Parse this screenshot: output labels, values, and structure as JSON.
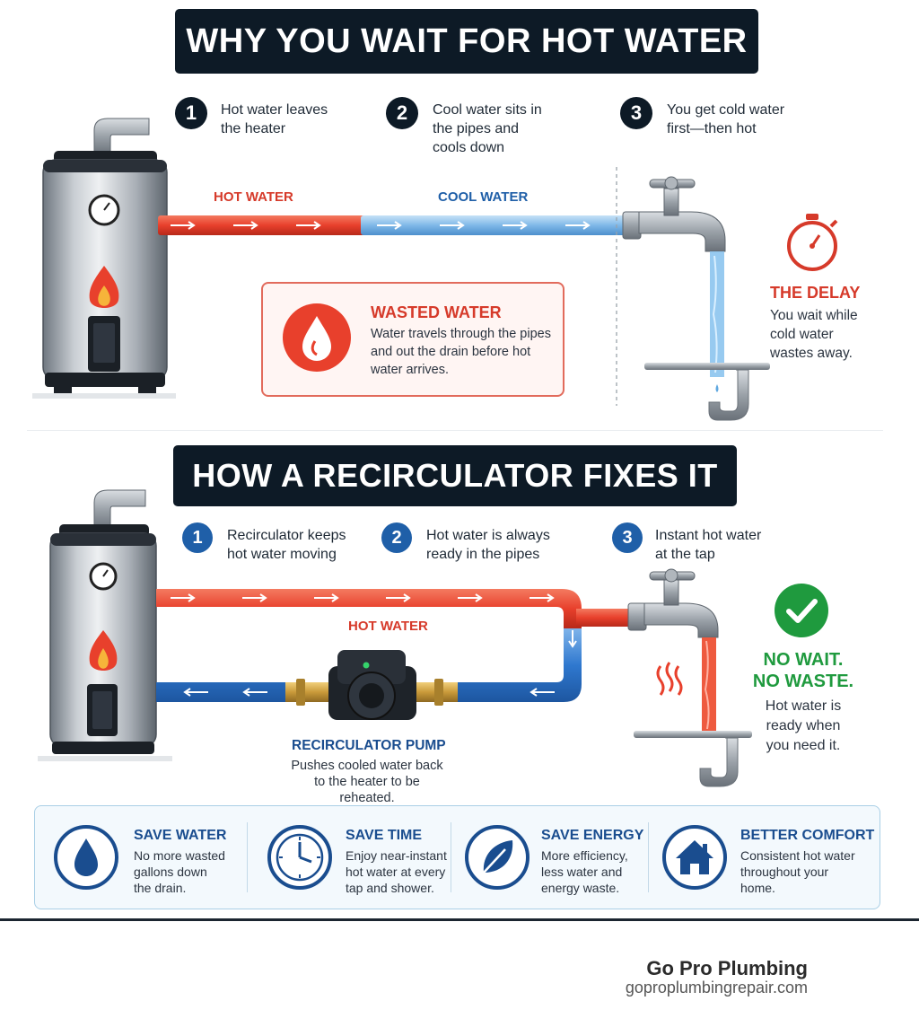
{
  "top_section": {
    "title": "WHY YOU WAIT FOR HOT WATER",
    "steps": [
      {
        "num": "1",
        "line1": "Hot water leaves",
        "line2": "the heater",
        "line3": ""
      },
      {
        "num": "2",
        "line1": "Cool water sits in",
        "line2": "the pipes and",
        "line3": "cools down"
      },
      {
        "num": "3",
        "line1": "You get cold water",
        "line2": "first—then hot",
        "line3": ""
      }
    ],
    "hot_label": "HOT WATER",
    "cool_label": "COOL WATER",
    "wasted": {
      "title": "WASTED WATER",
      "line1": "Water travels through the pipes",
      "line2": "and out the drain before hot",
      "line3": "water arrives."
    },
    "delay": {
      "title": "THE DELAY",
      "line1": "You wait while",
      "line2": "cold water",
      "line3": "wastes away."
    }
  },
  "bottom_section": {
    "title": "HOW A RECIRCULATOR FIXES IT",
    "steps": [
      {
        "num": "1",
        "line1": "Recirculator keeps",
        "line2": "hot water moving"
      },
      {
        "num": "2",
        "line1": "Hot water is always",
        "line2": "ready in the pipes"
      },
      {
        "num": "3",
        "line1": "Instant hot water",
        "line2": "at the tap"
      }
    ],
    "hot_label": "HOT WATER",
    "pump": {
      "title": "RECIRCULATOR PUMP",
      "line1": "Pushes cooled water back",
      "line2": "to the heater to be reheated."
    },
    "result": {
      "title1": "NO WAIT.",
      "title2": "NO WASTE.",
      "line1": "Hot water is",
      "line2": "ready when",
      "line3": "you need it."
    }
  },
  "benefits": [
    {
      "icon": "water-drop-icon",
      "title": "SAVE WATER",
      "line1": "No more wasted",
      "line2": "gallons down",
      "line3": "the drain."
    },
    {
      "icon": "clock-icon",
      "title": "SAVE TIME",
      "line1": "Enjoy near-instant",
      "line2": "hot water at every",
      "line3": "tap and shower."
    },
    {
      "icon": "leaf-icon",
      "title": "SAVE ENERGY",
      "line1": "More efficiency,",
      "line2": "less water and",
      "line3": "energy waste."
    },
    {
      "icon": "house-icon",
      "title": "BETTER COMFORT",
      "line1": "Consistent hot water",
      "line2": "throughout your",
      "line3": "home."
    }
  ],
  "footer": {
    "company": "Go Pro Plumbing",
    "url": "goproplumbingrepair.com"
  },
  "colors": {
    "navy": "#0d1a26",
    "hot": "#e8402c",
    "cool": "#7fb8e8",
    "blue": "#1f5fa8",
    "green": "#1f9a3e"
  }
}
